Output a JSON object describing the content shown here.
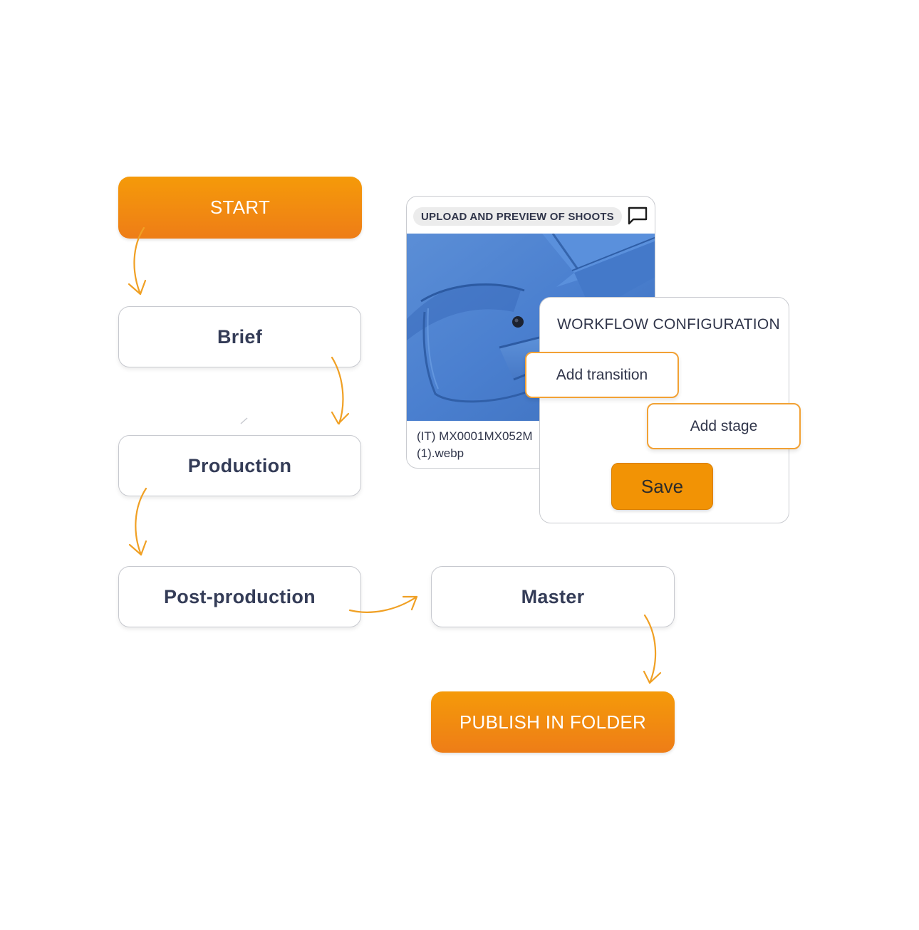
{
  "nodes": {
    "start": "START",
    "brief": "Brief",
    "production": "Production",
    "postproduction": "Post-production",
    "master": "Master",
    "publish": "PUBLISH IN FOLDER"
  },
  "upload_card": {
    "title": "UPLOAD AND PREVIEW OF SHOOTS",
    "comment_icon": "comment-icon",
    "file_name_line1": "(IT) MX0001MX052M",
    "file_name_line2": "(1).webp"
  },
  "workflow_config": {
    "title": "WORKFLOW CONFIGURATION",
    "add_transition": "Add transition",
    "add_stage": "Add stage",
    "save": "Save"
  },
  "colors": {
    "accent": "#f29305",
    "arrow": "#f0a024",
    "node_border": "#c7c9cf",
    "text": "#343c57"
  }
}
